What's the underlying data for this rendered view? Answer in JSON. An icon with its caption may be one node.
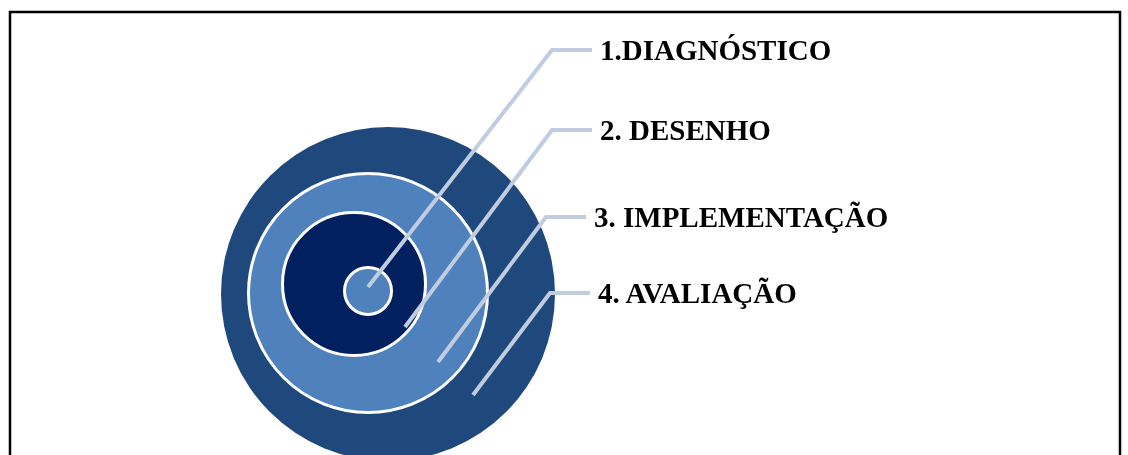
{
  "diagram": {
    "nodes": [
      {
        "text": [
          "1.DIAGNÓSTICO"
        ]
      },
      {
        "text": [
          "2. DESENHO"
        ]
      },
      {
        "text": [
          "3. IMPLEMENTAÇÃO"
        ]
      },
      {
        "text": [
          "4. AVALIAÇÃO"
        ]
      },
      {
        "text": [],
        "shape": "circle"
      },
      {
        "text": [],
        "shape": "circle",
        "in": 4
      },
      {
        "text": [],
        "shape": "circle",
        "in": 5
      },
      {
        "text": [],
        "shape": "circle",
        "in": 6
      }
    ],
    "edges": [
      {
        "from": 0,
        "to": 7,
        "arrow": "none"
      },
      {
        "from": 1,
        "to": 6,
        "arrow": "none"
      },
      {
        "from": 2,
        "to": 5,
        "arrow": "none"
      },
      {
        "from": 3,
        "to": 4,
        "arrow": "none"
      }
    ]
  }
}
